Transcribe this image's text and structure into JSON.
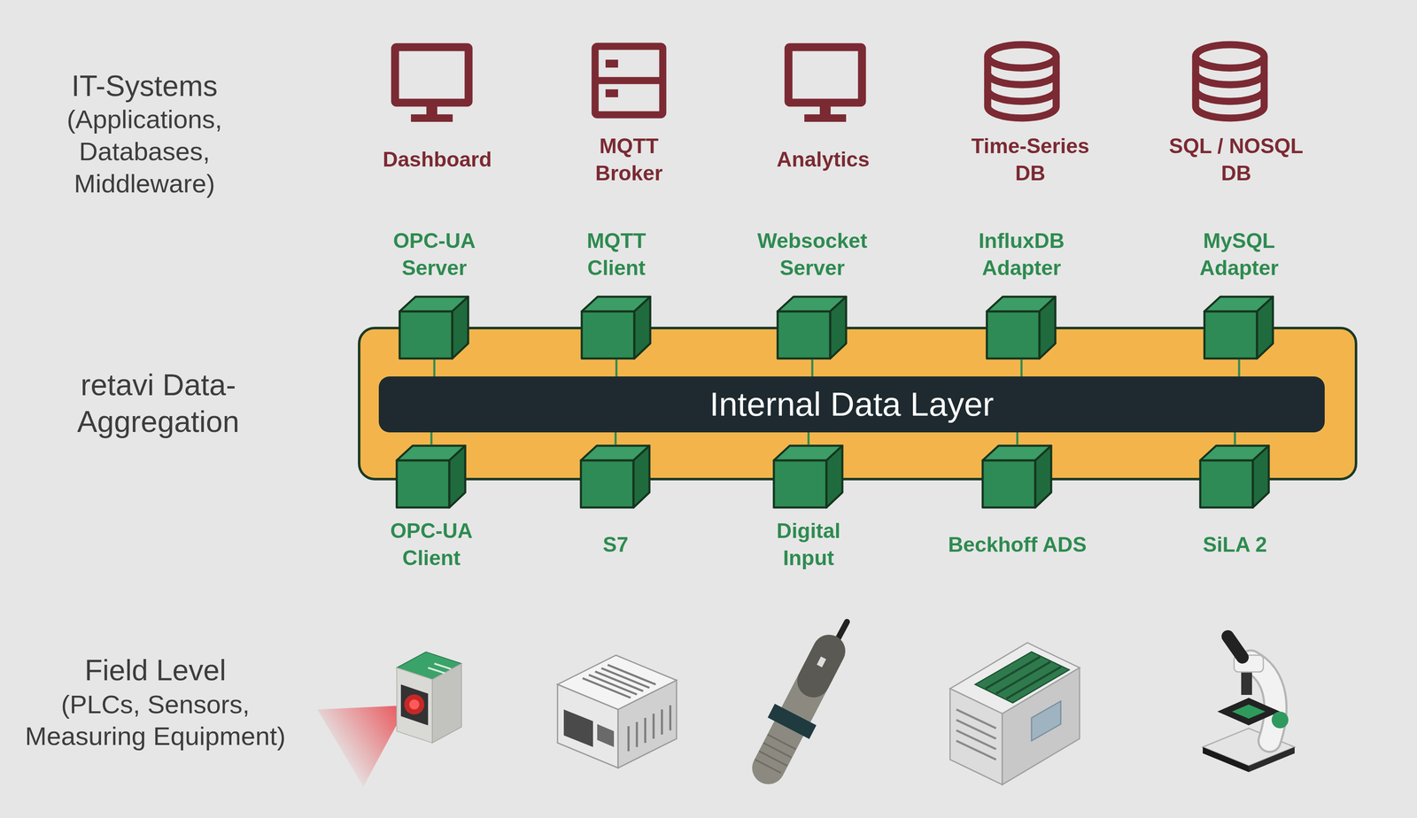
{
  "diagram": {
    "nodes": [
      {
        "text": [
          "Dashboard"
        ]
      },
      {
        "text": [
          "MQTT Broker"
        ]
      },
      {
        "text": [
          "Analytics"
        ]
      },
      {
        "text": [
          "Time-Series DB"
        ]
      },
      {
        "text": [
          "SQL / NOSQL DB"
        ]
      },
      {
        "text": [
          "retavi Data- Aggregation"
        ]
      },
      {
        "text": [
          "OPC-UA Server"
        ],
        "in": 5
      },
      {
        "text": [
          "MQTT Client"
        ],
        "in": 5
      },
      {
        "text": [
          "Websocket Server"
        ],
        "in": 5
      },
      {
        "text": [
          "InfluxDB Adapter"
        ],
        "in": 5
      },
      {
        "text": [
          "MySQL Adapter"
        ],
        "in": 5
      },
      {
        "text": [
          "Internal Data Layer"
        ],
        "in": 5
      },
      {
        "text": [
          "OPC-UA Client"
        ],
        "in": 5
      },
      {
        "text": [
          "S7"
        ],
        "in": 5
      },
      {
        "text": [
          "Digital Input"
        ],
        "in": 5
      },
      {
        "text": [
          "Beckhoff ADS"
        ],
        "in": 5
      },
      {
        "text": [
          "SiLA 2"
        ],
        "in": 5
      }
    ],
    "edges": [
      {
        "from": 6,
        "to": 11,
        "arrow": "none"
      },
      {
        "from": 7,
        "to": 11,
        "arrow": "none"
      },
      {
        "from": 8,
        "to": 11,
        "arrow": "none"
      },
      {
        "from": 9,
        "to": 11,
        "arrow": "none"
      },
      {
        "from": 10,
        "to": 11,
        "arrow": "none"
      },
      {
        "from": 11,
        "to": 12,
        "arrow": "none"
      },
      {
        "from": 11,
        "to": 13,
        "arrow": "none"
      },
      {
        "from": 11,
        "to": 14,
        "arrow": "none"
      },
      {
        "from": 11,
        "to": 15,
        "arrow": "none"
      },
      {
        "from": 11,
        "to": 16,
        "arrow": "none"
      }
    ],
    "labels": [
      "IT-Systems",
      "(Applications, Databases, Middleware)",
      "Field Level",
      "(PLCs, Sensors, Measuring Equipment)"
    ]
  }
}
